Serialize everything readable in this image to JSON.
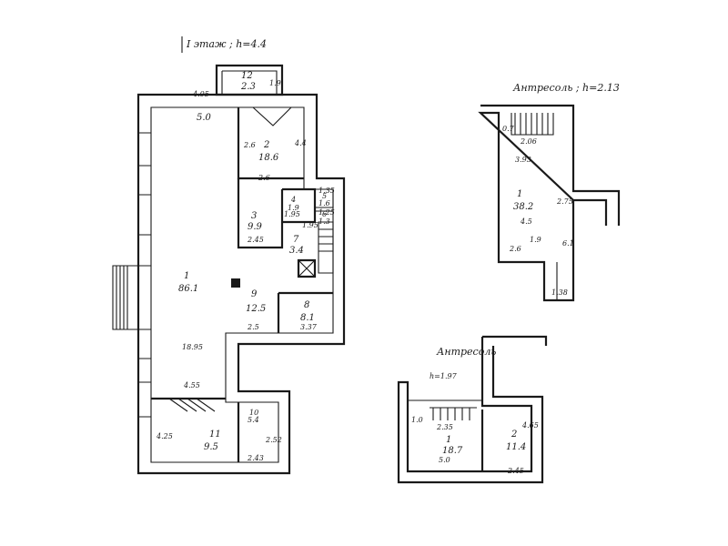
{
  "floors": {
    "main": {
      "title": "I этаж ; h=4.4"
    },
    "upper": {
      "title": "Антресоль ; h=2.13"
    },
    "lower": {
      "title": "Антресоль",
      "height": "h=1.97"
    }
  },
  "rooms": [
    {
      "id": "main-room-1",
      "number": "1",
      "area": "86.1"
    },
    {
      "id": "main-room-2",
      "number": "2",
      "area": "18.6"
    },
    {
      "id": "main-room-3",
      "number": "3",
      "area": "9.9"
    },
    {
      "id": "main-room-4",
      "number": "4",
      "area": "1.9"
    },
    {
      "id": "main-room-5",
      "number": "5",
      "area": "1.6"
    },
    {
      "id": "main-room-6",
      "number": "6",
      "area": "1.3"
    },
    {
      "id": "main-room-7",
      "number": "7",
      "area": "3.4"
    },
    {
      "id": "main-room-8",
      "number": "8",
      "area": "8.1"
    },
    {
      "id": "main-room-9",
      "number": "9",
      "area": "12.5"
    },
    {
      "id": "main-room-10",
      "number": "10",
      "area": "5.4"
    },
    {
      "id": "main-room-11",
      "number": "11",
      "area": "9.5"
    },
    {
      "id": "main-room-12",
      "number": "12",
      "area": "2.3"
    },
    {
      "id": "upper-room-1",
      "number": "1",
      "area": "38.2"
    },
    {
      "id": "lower-room-1",
      "number": "1",
      "area": "18.7"
    },
    {
      "id": "lower-room-2",
      "number": "2",
      "area": "11.4"
    }
  ],
  "dimensions": [
    "4.05",
    "1.9",
    "5.0",
    "2.6",
    "4.4",
    "2.6",
    "2.45",
    "1.95",
    "1.95",
    "1.35",
    "1.25",
    "2.5",
    "3.37",
    "18.95",
    "4.55",
    "4.25",
    "2.52",
    "2.43",
    "2.06",
    "3.93",
    "0.7",
    "2.75",
    "4.5",
    "2.6",
    "1.9",
    "6.1",
    "1.38",
    "2.35",
    "1.0",
    "5.0",
    "2.45",
    "4.65"
  ]
}
